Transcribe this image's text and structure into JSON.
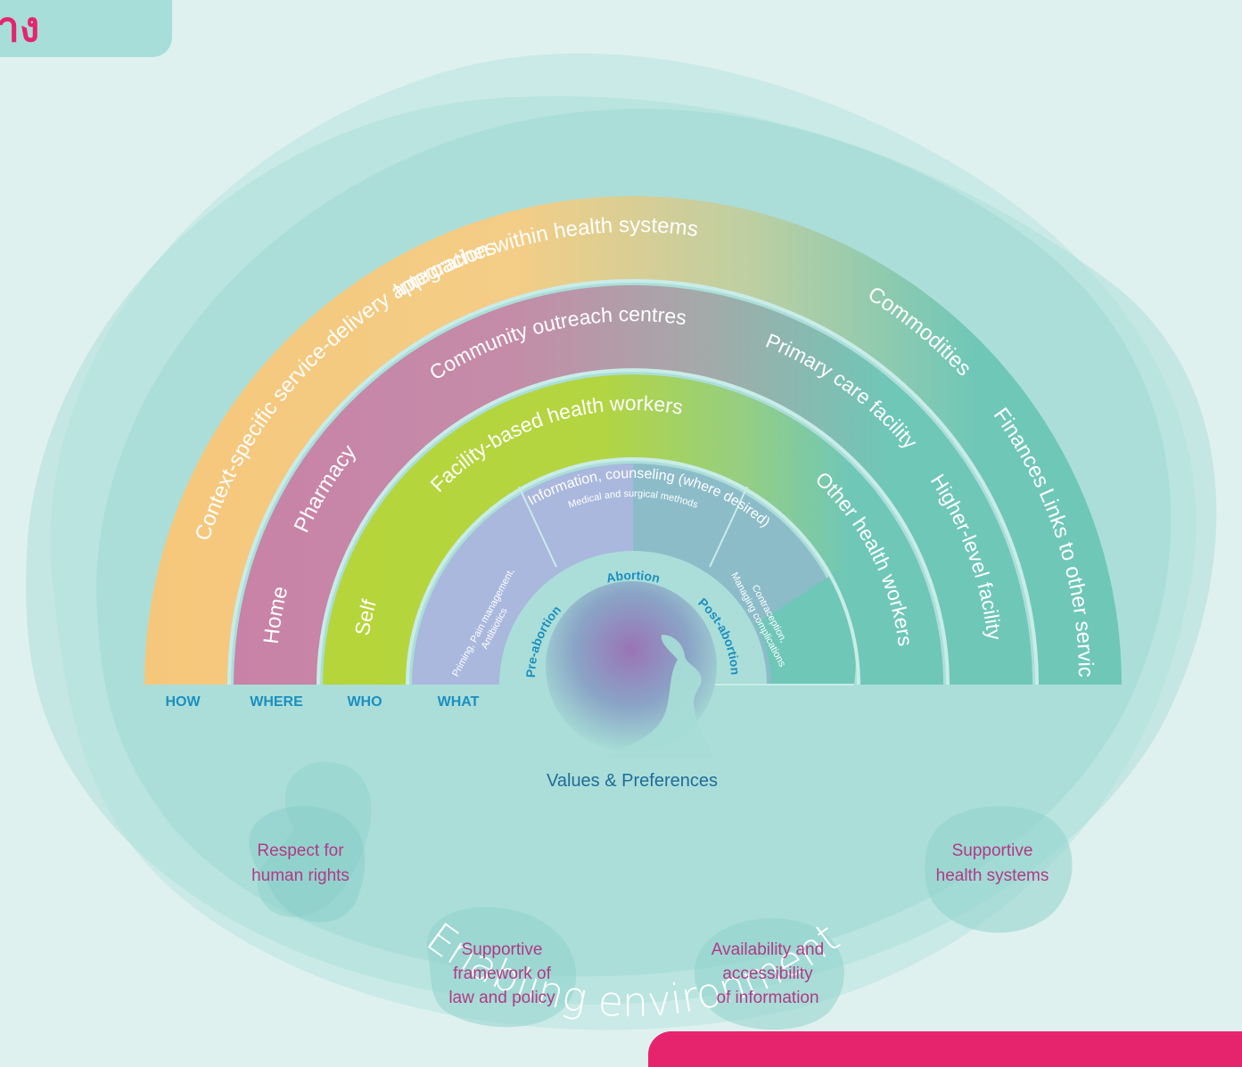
{
  "corner": {
    "glyph": "าง"
  },
  "rings": {
    "how": [
      "Context-specific service-delivery approaches",
      "Integration within health systems",
      "Commodities",
      "Finances",
      "Links to other services"
    ],
    "where": [
      "Home",
      "Pharmacy",
      "Community outreach centres",
      "Primary care facility",
      "Higher-level facility"
    ],
    "who": [
      "Self",
      "Facility-based health workers",
      "Other health workers"
    ],
    "what": {
      "seg1": [
        "Priming, Pain management,",
        "Antibiotics"
      ],
      "info": "Information, counseling (where desired)",
      "methods": "Medical and surgical methods",
      "seg3": [
        "Contraception,",
        "Managing complications"
      ]
    },
    "stages": {
      "pre": "Pre-abortion",
      "abortion": "Abortion",
      "post": "Post-abortion"
    }
  },
  "axis_labels": [
    "HOW",
    "WHERE",
    "WHO",
    "WHAT"
  ],
  "center": {
    "label": "Values & Preferences"
  },
  "enabling": "Enabling environment",
  "bubbles": {
    "rights": [
      "Respect for",
      "human rights"
    ],
    "law": [
      "Supportive",
      "framework of",
      "law and policy"
    ],
    "info": [
      "Availability and",
      "accessibility",
      "of information"
    ],
    "health": [
      "Supportive",
      "health systems"
    ]
  },
  "colors": {
    "background": "#dff1ef",
    "teal": "#6fc7b8",
    "orange": "#f5c77b",
    "pink": "#c982a7",
    "lime": "#b6d53a",
    "lavender": "#aab8dd",
    "label_blue": "#1b8fbf",
    "bubble_text": "#b03a86",
    "accent_pink": "#e6246e"
  }
}
